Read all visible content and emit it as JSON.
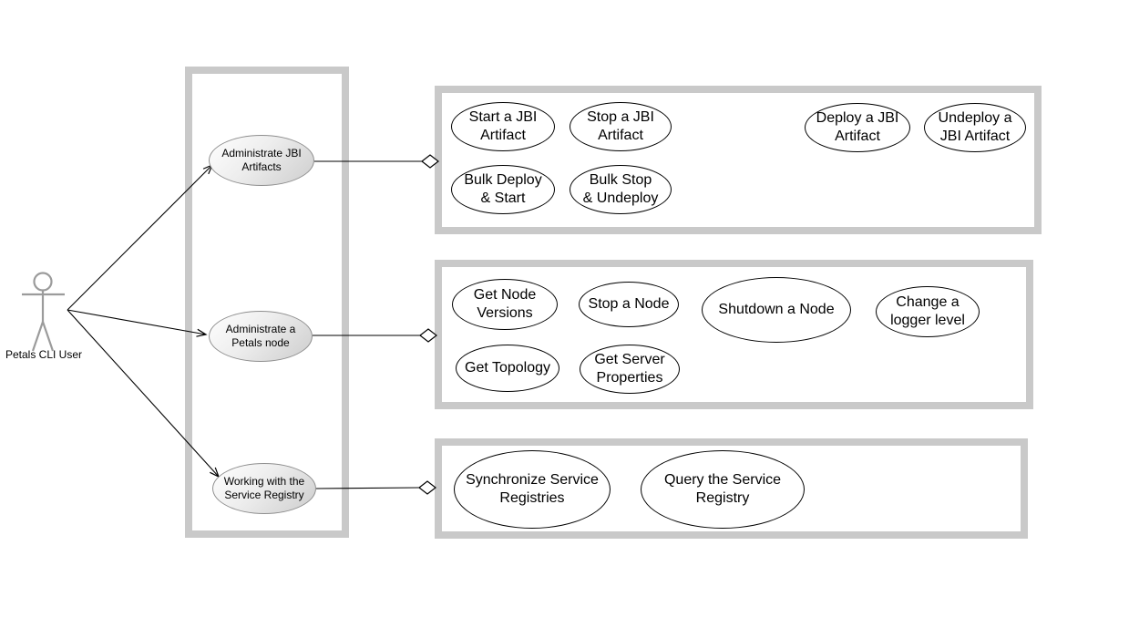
{
  "actor": {
    "name": "Petals CLI User"
  },
  "primary_use_cases": [
    {
      "label": "Administrate JBI Artifacts",
      "lines": [
        "Administrate JBI",
        "Artifacts"
      ]
    },
    {
      "label": "Administrate a Petals node",
      "lines": [
        "Administrate a",
        "Petals node"
      ]
    },
    {
      "label": "Working with the Service Registry",
      "lines": [
        "Working with the",
        "Service Registry"
      ]
    }
  ],
  "groups": [
    {
      "use_cases": [
        {
          "label": "Start a JBI Artifact",
          "lines": [
            "Start a JBI",
            "Artifact"
          ]
        },
        {
          "label": "Stop a JBI Artifact",
          "lines": [
            "Stop a JBI",
            "Artifact"
          ]
        },
        {
          "label": "Deploy a JBI Artifact",
          "lines": [
            "Deploy a JBI",
            "Artifact"
          ]
        },
        {
          "label": "Undeploy a JBI Artifact",
          "lines": [
            "Undeploy a",
            "JBI Artifact"
          ]
        },
        {
          "label": "Bulk Deploy & Start",
          "lines": [
            "Bulk Deploy",
            "& Start"
          ]
        },
        {
          "label": "Bulk Stop & Undeploy",
          "lines": [
            "Bulk Stop",
            "& Undeploy"
          ]
        }
      ]
    },
    {
      "use_cases": [
        {
          "label": "Get Node Versions",
          "lines": [
            "Get Node",
            "Versions"
          ]
        },
        {
          "label": "Stop a Node",
          "lines": [
            "Stop a Node"
          ]
        },
        {
          "label": "Shutdown a Node",
          "lines": [
            "Shutdown a Node"
          ]
        },
        {
          "label": "Change a logger level",
          "lines": [
            "Change a",
            "logger level"
          ]
        },
        {
          "label": "Get Topology",
          "lines": [
            "Get Topology"
          ]
        },
        {
          "label": "Get Server Properties",
          "lines": [
            "Get Server",
            "Properties"
          ]
        }
      ]
    },
    {
      "use_cases": [
        {
          "label": "Synchronize Service Registries",
          "lines": [
            "Synchronize Service",
            "Registries"
          ]
        },
        {
          "label": "Query the Service Registry",
          "lines": [
            "Query the Service",
            "Registry"
          ]
        }
      ]
    }
  ],
  "colors": {
    "frame_border": "#c9c9c9",
    "primary_fill_light": "#ffffff",
    "primary_fill_dark": "#cdcdcd",
    "primary_border": "#8f8f8f",
    "use_case_border": "#000000",
    "connector": "#000000",
    "actor_stroke": "#9b9b9b",
    "text": "#000000"
  }
}
